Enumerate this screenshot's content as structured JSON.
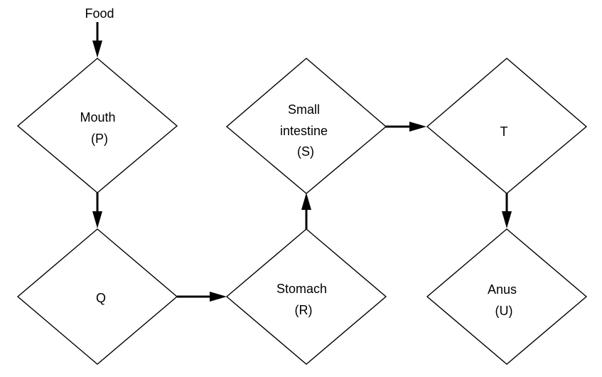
{
  "input": {
    "label": "Food"
  },
  "nodes": {
    "mouth": {
      "lines": [
        "Mouth",
        "(P)"
      ]
    },
    "q": {
      "lines": [
        "Q"
      ]
    },
    "stomach": {
      "lines": [
        "Stomach",
        "(R)"
      ]
    },
    "small_intestine": {
      "lines": [
        "Small",
        "intestine",
        "(S)"
      ]
    },
    "t": {
      "lines": [
        "T"
      ]
    },
    "anus": {
      "lines": [
        "Anus",
        "(U)"
      ]
    }
  },
  "edges": [
    {
      "from": "food",
      "to": "mouth"
    },
    {
      "from": "mouth",
      "to": "q"
    },
    {
      "from": "q",
      "to": "stomach"
    },
    {
      "from": "stomach",
      "to": "small_intestine"
    },
    {
      "from": "small_intestine",
      "to": "t"
    },
    {
      "from": "t",
      "to": "anus"
    }
  ]
}
